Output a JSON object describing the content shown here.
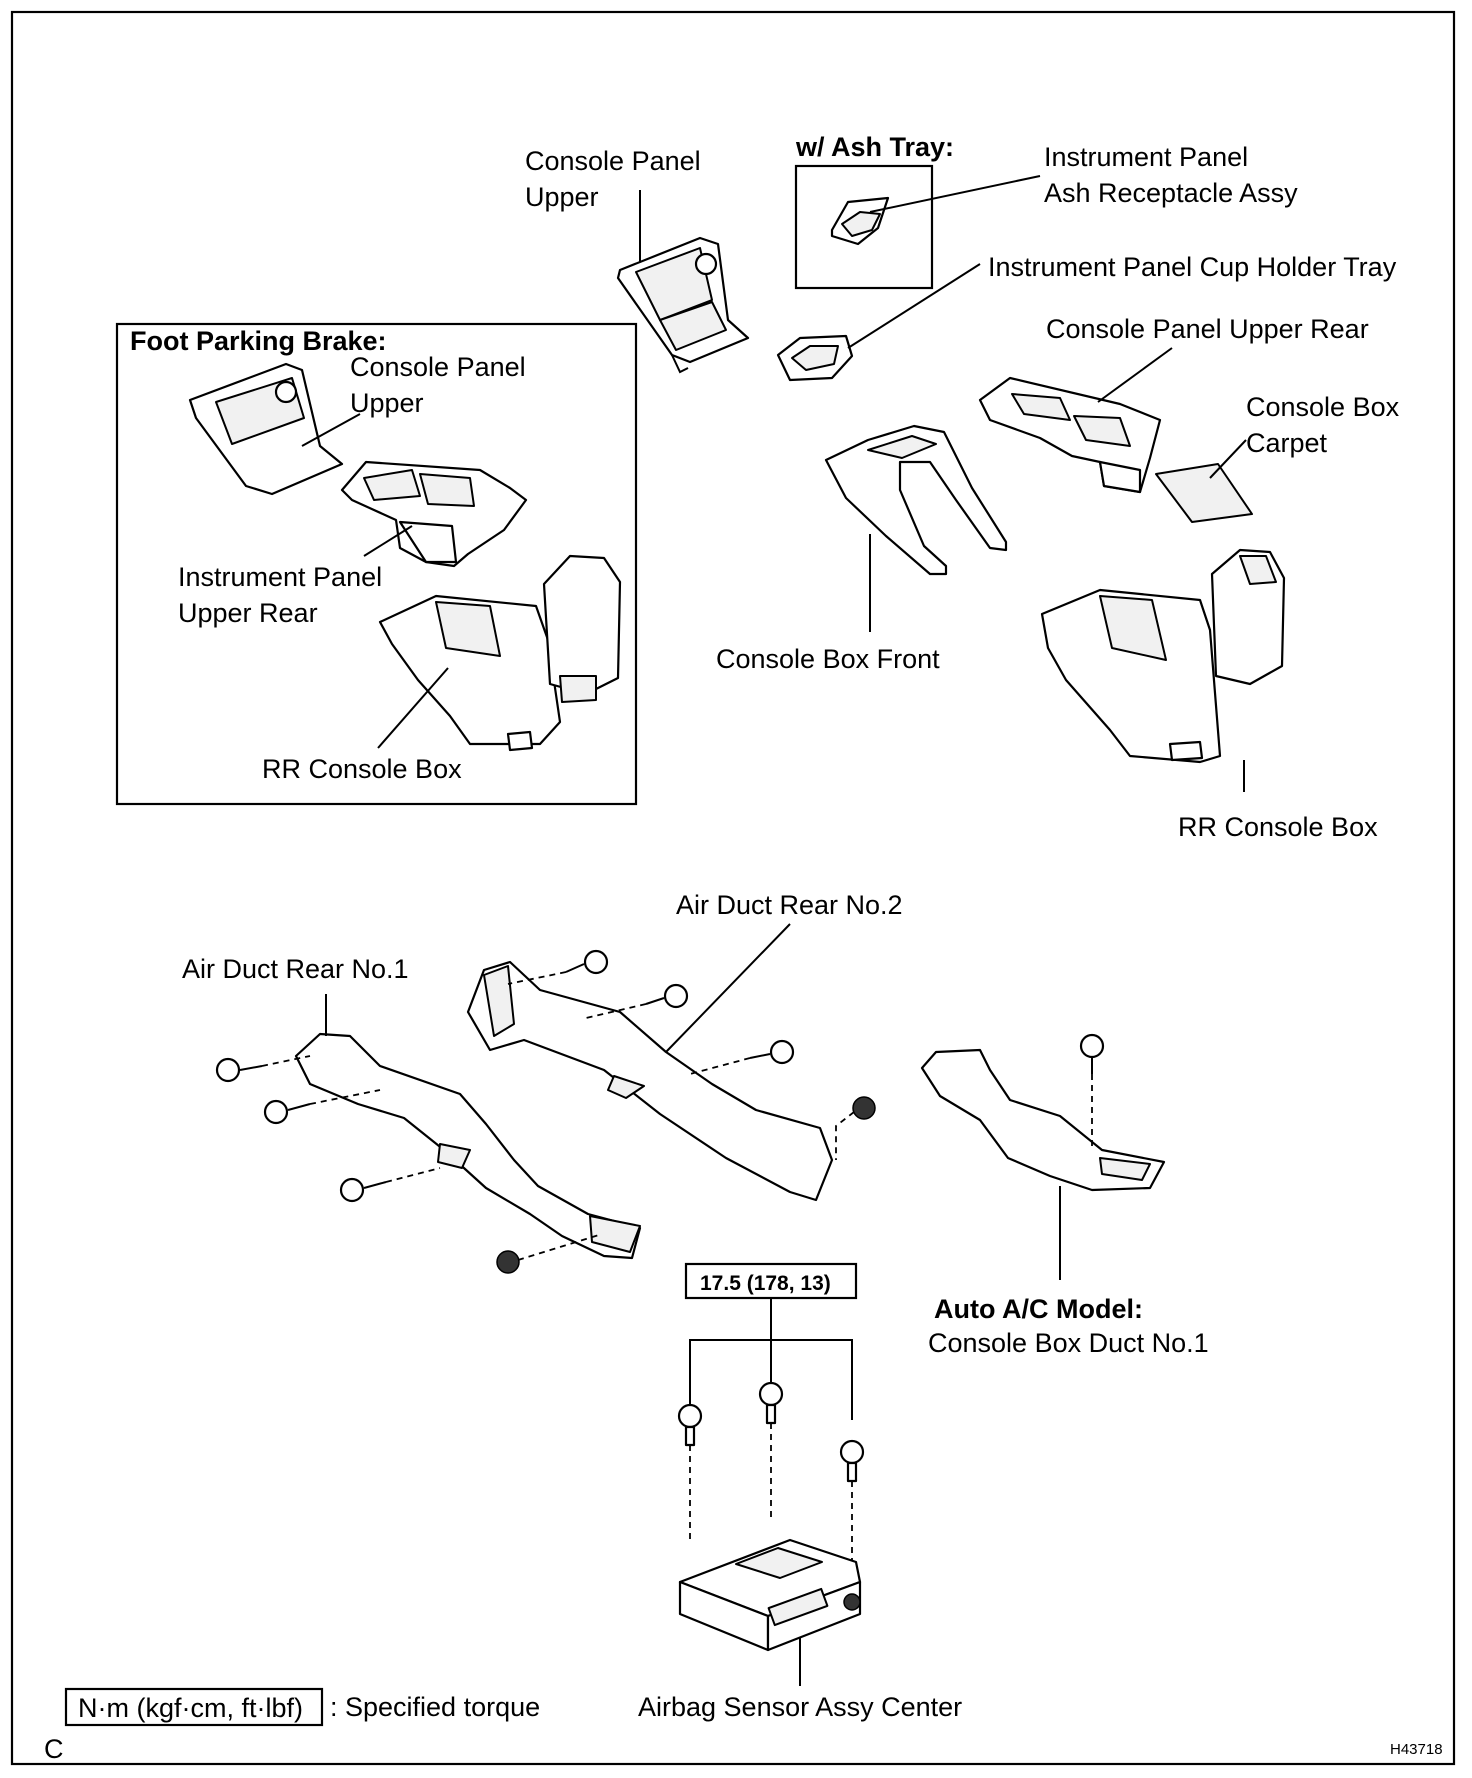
{
  "labels": {
    "console_panel_upper": [
      "Console Panel",
      "Upper"
    ],
    "ash_tray_header": "w/ Ash Tray:",
    "ash_receptacle": [
      "Instrument Panel",
      "Ash Receptacle Assy"
    ],
    "cup_holder_tray": "Instrument Panel Cup Holder Tray",
    "console_panel_upper_rear": "Console Panel Upper Rear",
    "console_box_carpet": [
      "Console Box",
      "Carpet"
    ],
    "foot_parking_brake_header": "Foot Parking Brake:",
    "fpb_console_panel_upper": [
      "Console Panel",
      "Upper"
    ],
    "fpb_instrument_panel_upper_rear": [
      "Instrument Panel",
      "Upper Rear"
    ],
    "fpb_rr_console_box": "RR Console Box",
    "console_box_front": "Console Box Front",
    "rr_console_box": "RR Console Box",
    "air_duct_rear_no2": "Air Duct Rear No.2",
    "air_duct_rear_no1": "Air Duct Rear No.1",
    "torque_value": "17.5 (178, 13)",
    "auto_ac_header": "Auto A/C Model:",
    "console_box_duct": "Console Box Duct No.1",
    "airbag_sensor": "Airbag Sensor Assy Center",
    "legend_unit": "N·m (kgf·cm, ft·lbf)",
    "legend_desc": ": Specified torque",
    "corner_letter": "C",
    "figure_code": "H43718"
  }
}
